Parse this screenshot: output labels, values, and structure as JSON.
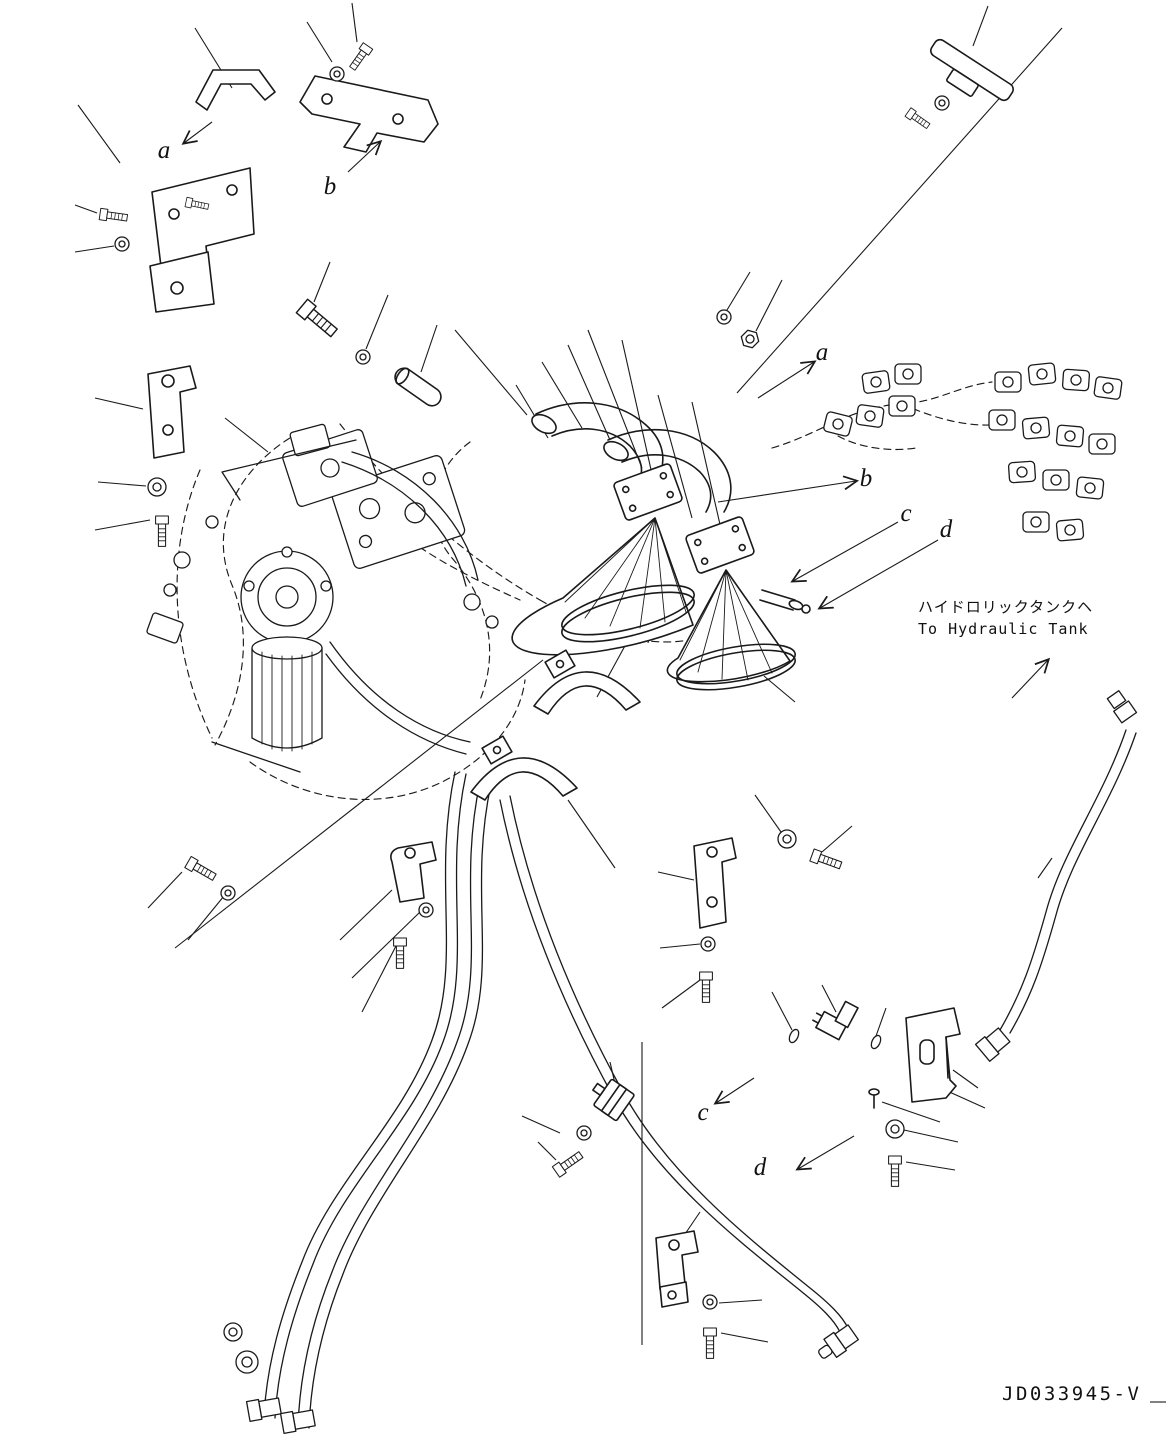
{
  "diagram": {
    "background": "#ffffff",
    "line_color": "#1a1a1a",
    "drawing_number": "JD033945-V",
    "direction_note": {
      "jp": "ハイドロリックタンクヘ",
      "en": "To Hydraulic Tank"
    },
    "callouts": {
      "a_top": "a",
      "b_top": "b",
      "a_mid": "a",
      "b_mid": "b",
      "c_mid": "c",
      "d_mid": "d",
      "c_bottom": "c",
      "d_bottom": "d"
    }
  }
}
